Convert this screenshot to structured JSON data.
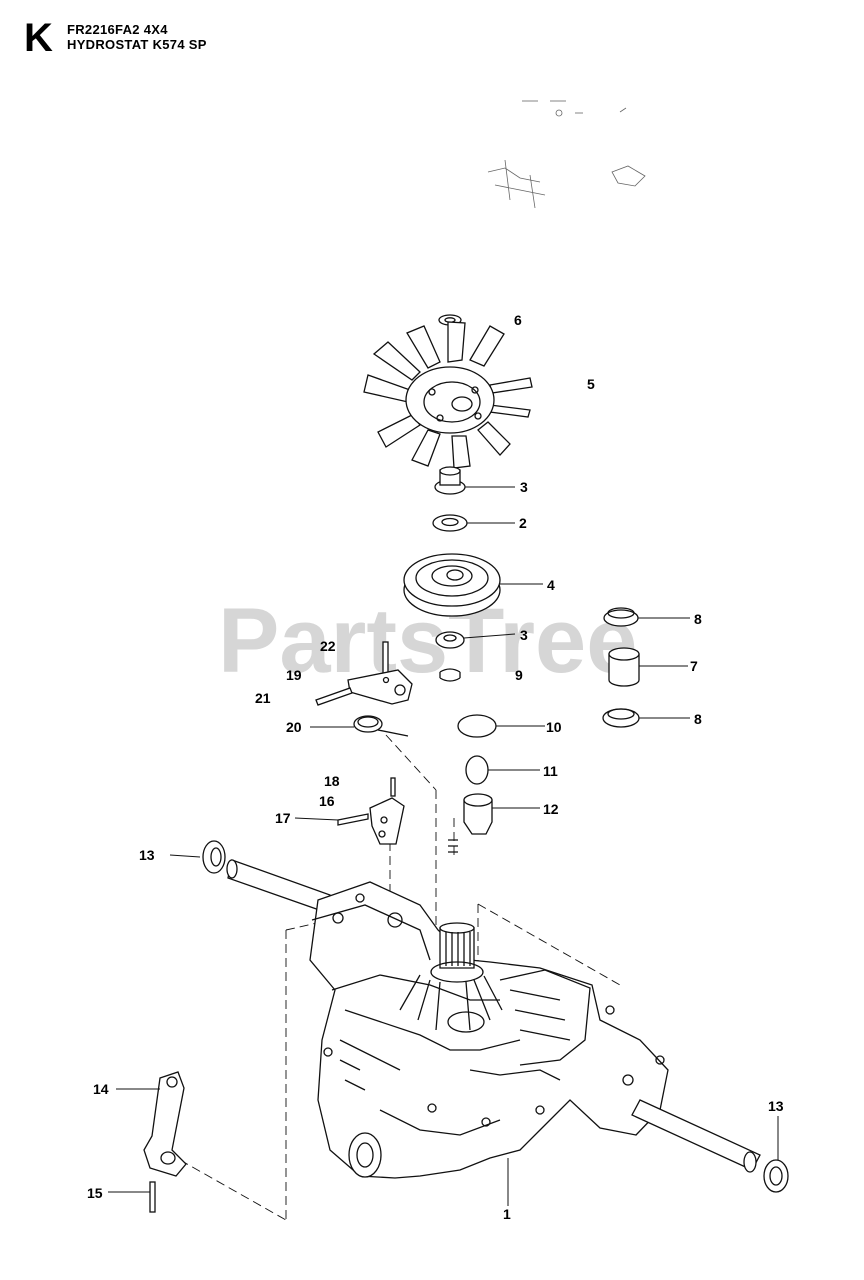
{
  "header": {
    "section_letter": "K",
    "model_line": "FR2216FA2 4X4",
    "assembly_line": "HYDROSTAT K574 SP"
  },
  "watermark": "PartsTree",
  "callouts": [
    {
      "id": "c6",
      "text": "6"
    },
    {
      "id": "c5",
      "text": "5"
    },
    {
      "id": "c3a",
      "text": "3"
    },
    {
      "id": "c2",
      "text": "2"
    },
    {
      "id": "c4",
      "text": "4"
    },
    {
      "id": "c8a",
      "text": "8"
    },
    {
      "id": "c22",
      "text": "22"
    },
    {
      "id": "c3b",
      "text": "3"
    },
    {
      "id": "c7",
      "text": "7"
    },
    {
      "id": "c19",
      "text": "19"
    },
    {
      "id": "c9",
      "text": "9"
    },
    {
      "id": "c21",
      "text": "21"
    },
    {
      "id": "c8b",
      "text": "8"
    },
    {
      "id": "c10",
      "text": "10"
    },
    {
      "id": "c20",
      "text": "20"
    },
    {
      "id": "c11",
      "text": "11"
    },
    {
      "id": "c18",
      "text": "18"
    },
    {
      "id": "c16",
      "text": "16"
    },
    {
      "id": "c12",
      "text": "12"
    },
    {
      "id": "c17",
      "text": "17"
    },
    {
      "id": "c13a",
      "text": "13"
    },
    {
      "id": "c14",
      "text": "14"
    },
    {
      "id": "c13b",
      "text": "13"
    },
    {
      "id": "c15",
      "text": "15"
    },
    {
      "id": "c1",
      "text": "1"
    }
  ]
}
